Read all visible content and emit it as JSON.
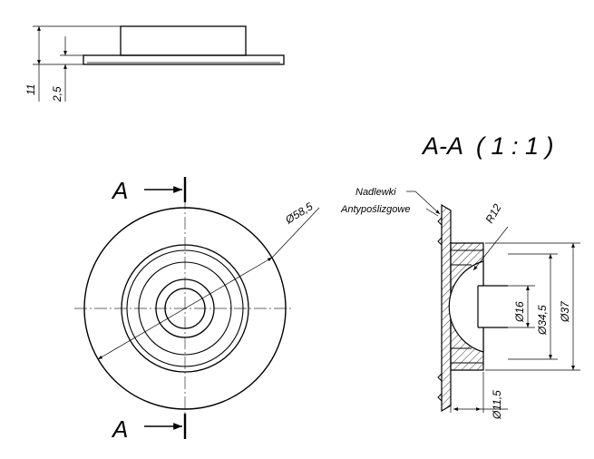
{
  "top_view": {
    "dim_height_total": "11",
    "dim_height_flange": "2,5"
  },
  "front_view": {
    "section_mark_top": "A",
    "section_mark_bottom": "A",
    "dim_outer_diameter": "Ø58,5"
  },
  "section_view": {
    "title": "A-A  ( 1 : 1 )",
    "label_line1": "Nadlewki",
    "label_line2": "Antypoślizgowe",
    "dim_radius": "R12",
    "dim_d16": "Ø16",
    "dim_d34_5": "Ø34,5",
    "dim_d37": "Ø37",
    "dim_d11_5": "Ø11,5"
  },
  "colors": {
    "line": "#000000",
    "center_line": "#333333",
    "hatch": "#000000"
  }
}
